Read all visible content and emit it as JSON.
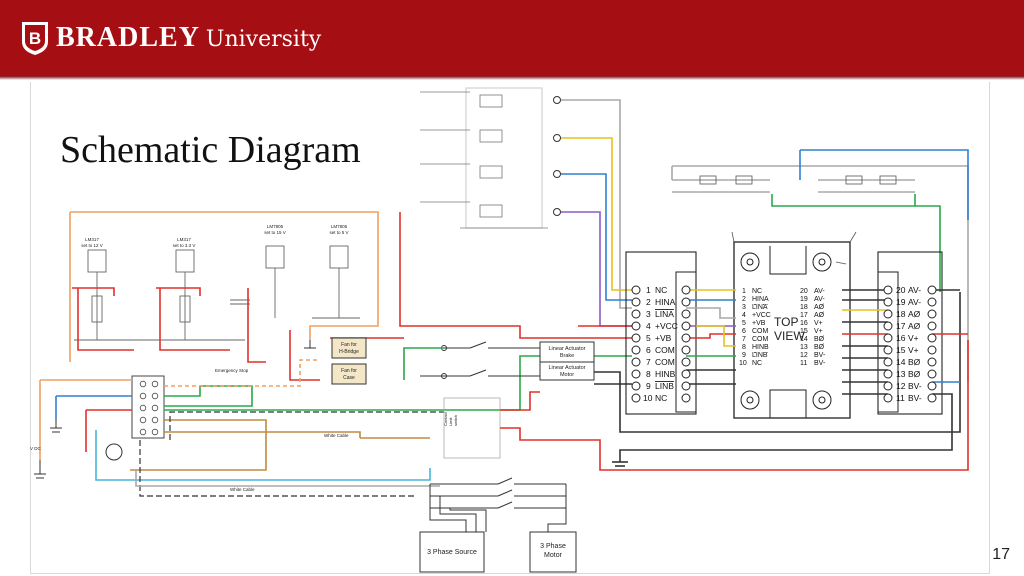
{
  "header": {
    "brand_name": "BRADLEY",
    "brand_sub": "University"
  },
  "slide": {
    "title": "Schematic Diagram",
    "page_number": "17"
  },
  "colors": {
    "header": "#a50f14",
    "wire_red": "#e0302a",
    "wire_orange": "#f0a060",
    "wire_blue": "#2f80d0",
    "wire_green": "#2aa84a",
    "wire_yellow": "#e6c020",
    "wire_purple": "#8a5cc8",
    "wire_cyan": "#49b6d8",
    "wire_gray": "#a8a8a8",
    "wire_brown": "#c08a40"
  },
  "diagram": {
    "boxes": {
      "fan_hbridge": [
        "Fan for",
        "H-Bridge"
      ],
      "fan_case": [
        "Fan for",
        "Case"
      ],
      "actuator_brake": [
        "Linear Actuator",
        "Brake"
      ],
      "actuator_motor": [
        "Linear Actuator",
        "Motor"
      ],
      "three_phase_source": [
        "3 Phase Source"
      ],
      "three_phase_motor": [
        "3 Phase",
        "Motor"
      ],
      "contact_switch": [
        "Contact",
        "Limit",
        "switch"
      ]
    },
    "labels": {
      "emergency_stop": "Emergency Stop",
      "white_cable": "White Cable",
      "white_cable_2": "White Cable",
      "v_dc": "V DC",
      "top_view": [
        "TOP",
        "VIEW"
      ],
      "regulator_1": [
        "LM317",
        "set to 12 V"
      ],
      "regulator_2": [
        "LM317",
        "set to 3.3 V"
      ],
      "regulator_3": [
        "LM7805",
        "set to 15 V"
      ],
      "regulator_4": [
        "LM7805",
        "set to 5 V"
      ]
    },
    "left_pins": [
      "1",
      "NC",
      "2",
      "HINA",
      "3",
      "LINA",
      "4",
      "+VCC",
      "5",
      "+VB",
      "6",
      "COM",
      "7",
      "COM",
      "8",
      "HINB",
      "9",
      "LINB",
      "10",
      "NC"
    ],
    "ic_left": [
      {
        "num": "1",
        "name": "NC"
      },
      {
        "num": "2",
        "name": "HINA"
      },
      {
        "num": "3",
        "name": "LINA"
      },
      {
        "num": "4",
        "name": "+VCC"
      },
      {
        "num": "5",
        "name": "+VB"
      },
      {
        "num": "6",
        "name": "COM"
      },
      {
        "num": "7",
        "name": "COM"
      },
      {
        "num": "8",
        "name": "HINB"
      },
      {
        "num": "9",
        "name": "LINB"
      },
      {
        "num": "10",
        "name": "NC"
      }
    ],
    "ic_right": [
      {
        "num": "20",
        "name": "AV-"
      },
      {
        "num": "19",
        "name": "AV-"
      },
      {
        "num": "18",
        "name": "AØ"
      },
      {
        "num": "17",
        "name": "AØ"
      },
      {
        "num": "16",
        "name": "V+"
      },
      {
        "num": "15",
        "name": "V+"
      },
      {
        "num": "14",
        "name": "BØ"
      },
      {
        "num": "13",
        "name": "BØ"
      },
      {
        "num": "12",
        "name": "BV-"
      },
      {
        "num": "11",
        "name": "BV-"
      }
    ],
    "right_pins": [
      {
        "num": "20",
        "name": "AV-"
      },
      {
        "num": "19",
        "name": "AV-"
      },
      {
        "num": "18",
        "name": "AØ"
      },
      {
        "num": "17",
        "name": "AØ"
      },
      {
        "num": "16",
        "name": "V+"
      },
      {
        "num": "15",
        "name": "V+"
      },
      {
        "num": "14",
        "name": "BØ"
      },
      {
        "num": "13",
        "name": "BØ"
      },
      {
        "num": "12",
        "name": "BV-"
      },
      {
        "num": "11",
        "name": "BV-"
      }
    ]
  }
}
